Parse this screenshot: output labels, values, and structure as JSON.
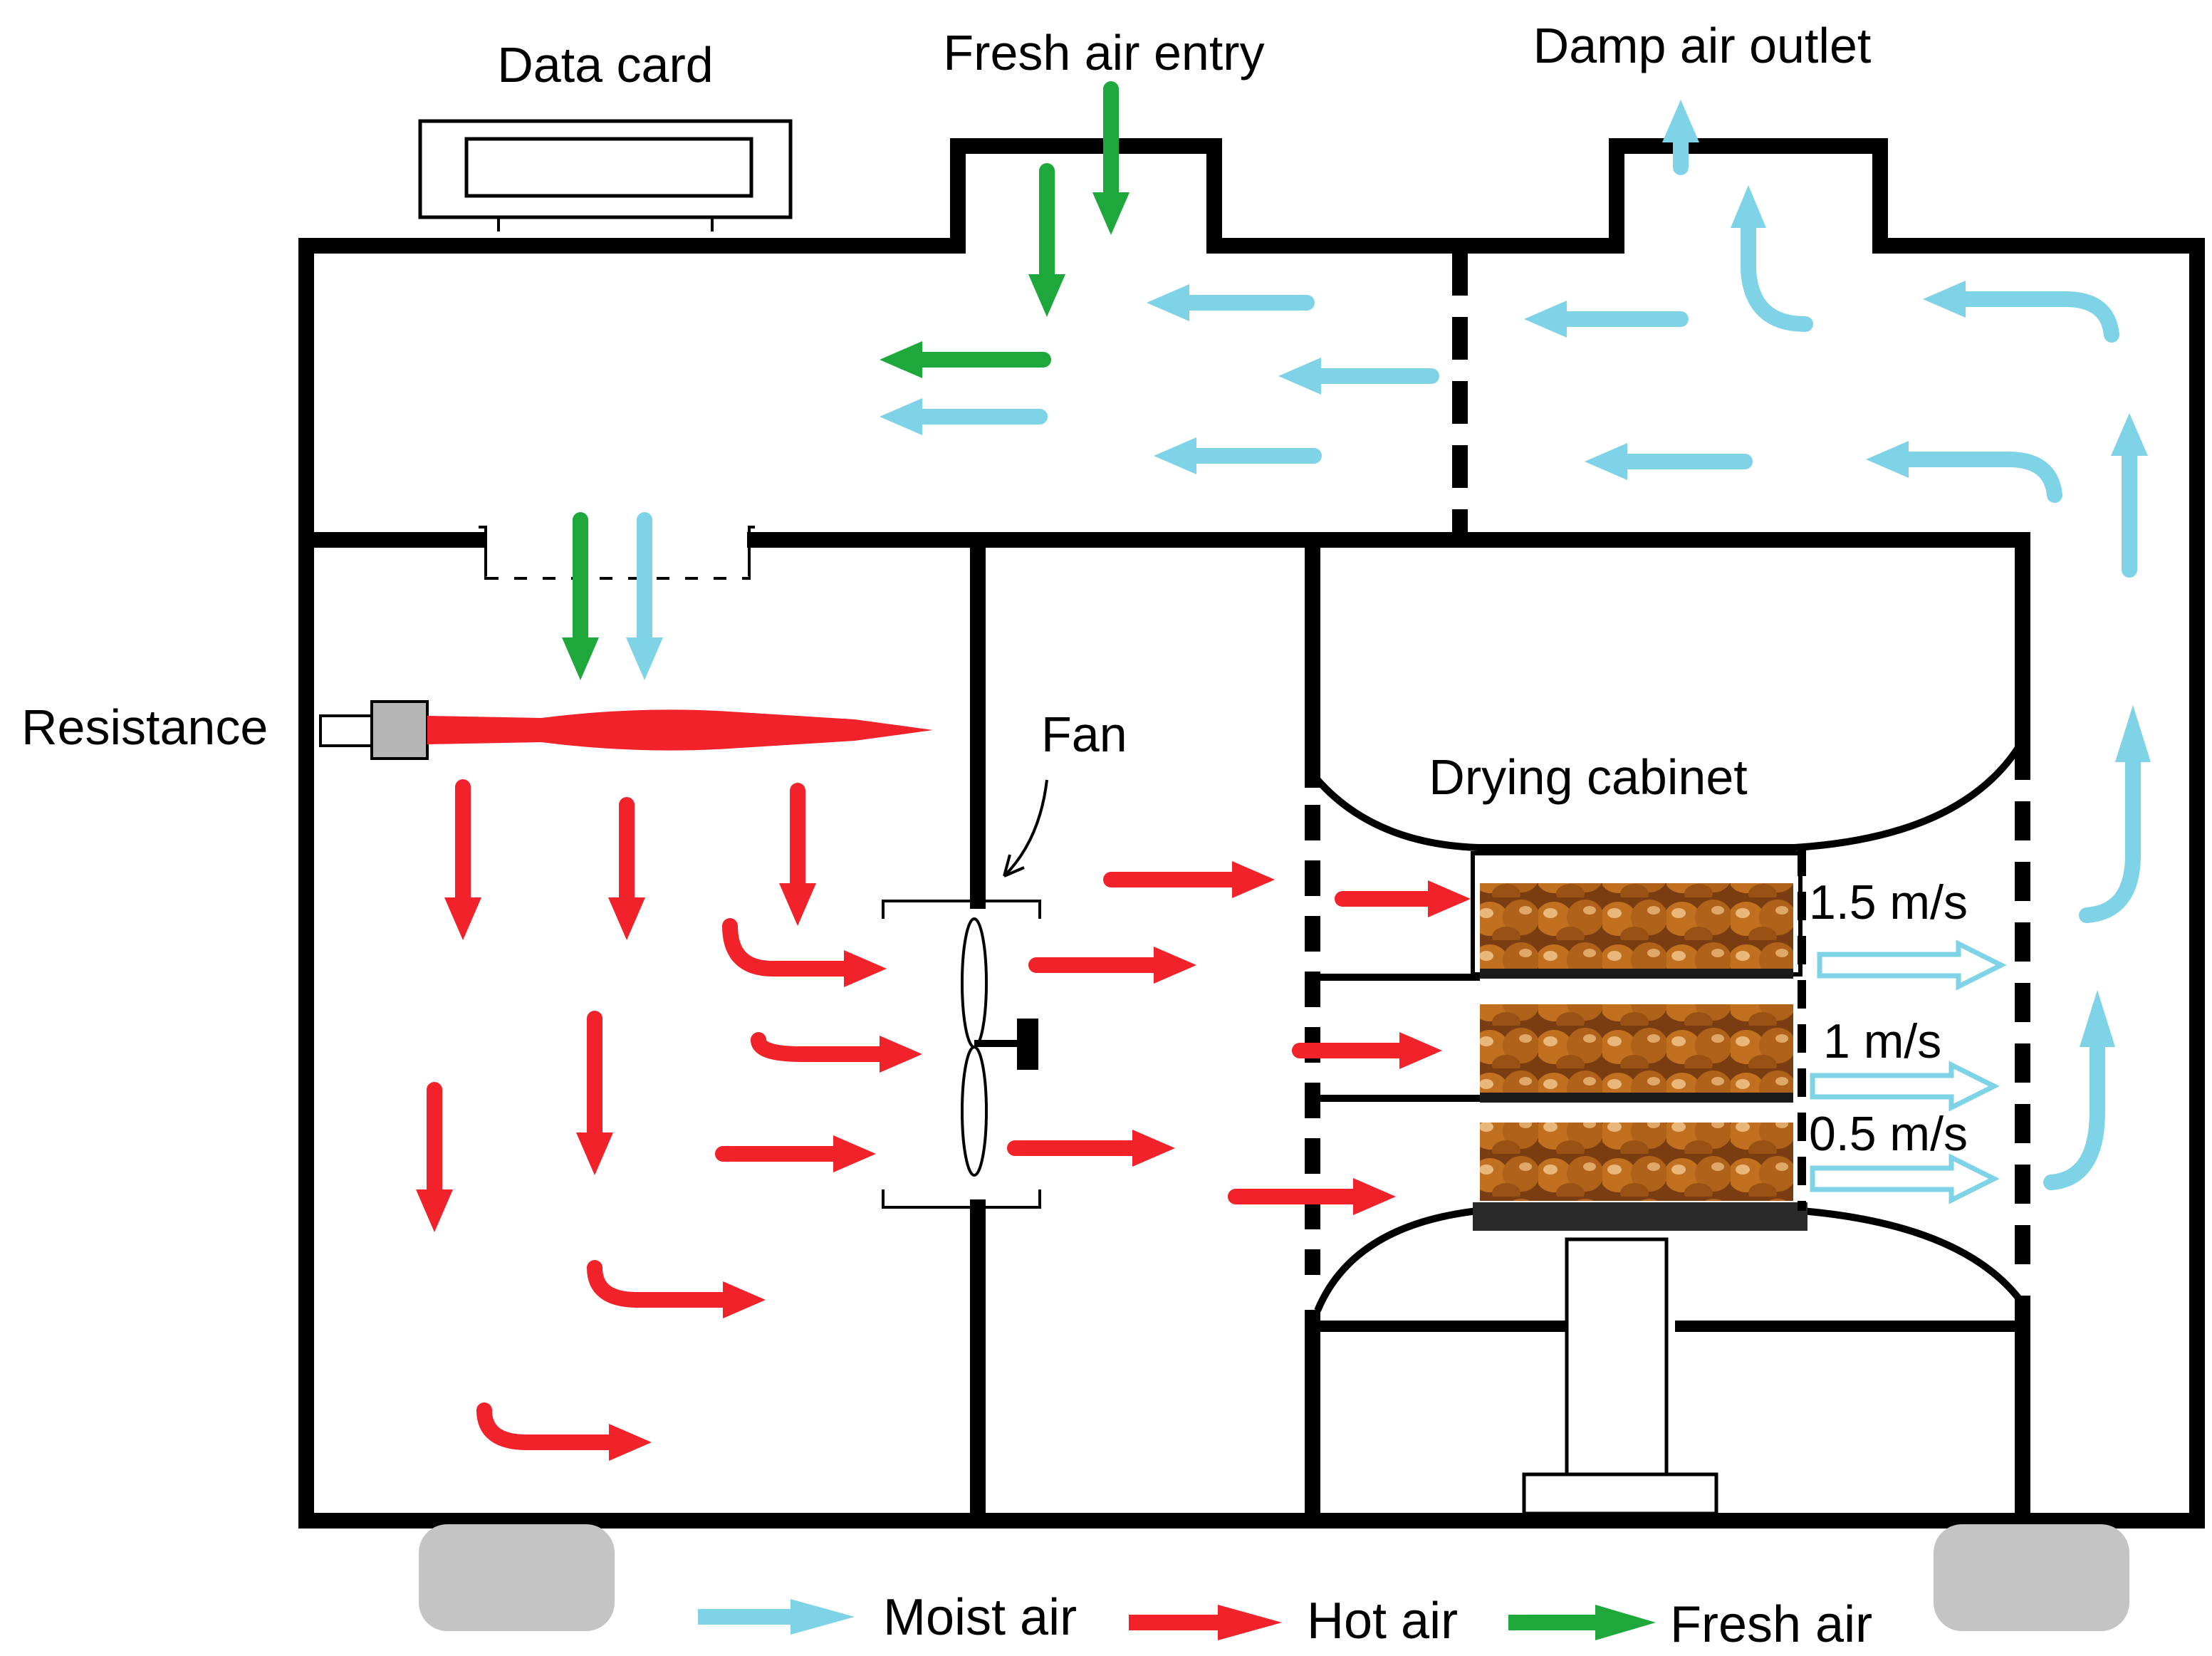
{
  "labels": {
    "data_card": "Data card",
    "fresh_air_entry": "Fresh air entry",
    "damp_air_outlet": "Damp air outlet",
    "resistance": "Resistance",
    "fan": "Fan",
    "drying_cabinet": "Drying cabinet",
    "speed_top": "1.5 m/s",
    "speed_mid": "1 m/s",
    "speed_bottom": "0.5 m/s"
  },
  "legend": [
    {
      "label": "Moist air",
      "color": "#7fd3e6"
    },
    {
      "label": "Hot air",
      "color": "#f2222b"
    },
    {
      "label": "Fresh air",
      "color": "#1ea83c"
    }
  ],
  "colors": {
    "moist_air": "#7fd3e6",
    "hot_air": "#f2222b",
    "fresh_air": "#1ea83c",
    "wall": "#000000",
    "feet": "#c4c4c4",
    "hazelnut": "#b5651d"
  },
  "icons": [
    "heating-resistance-icon",
    "fan-icon",
    "hazelnut-tray-icon"
  ]
}
